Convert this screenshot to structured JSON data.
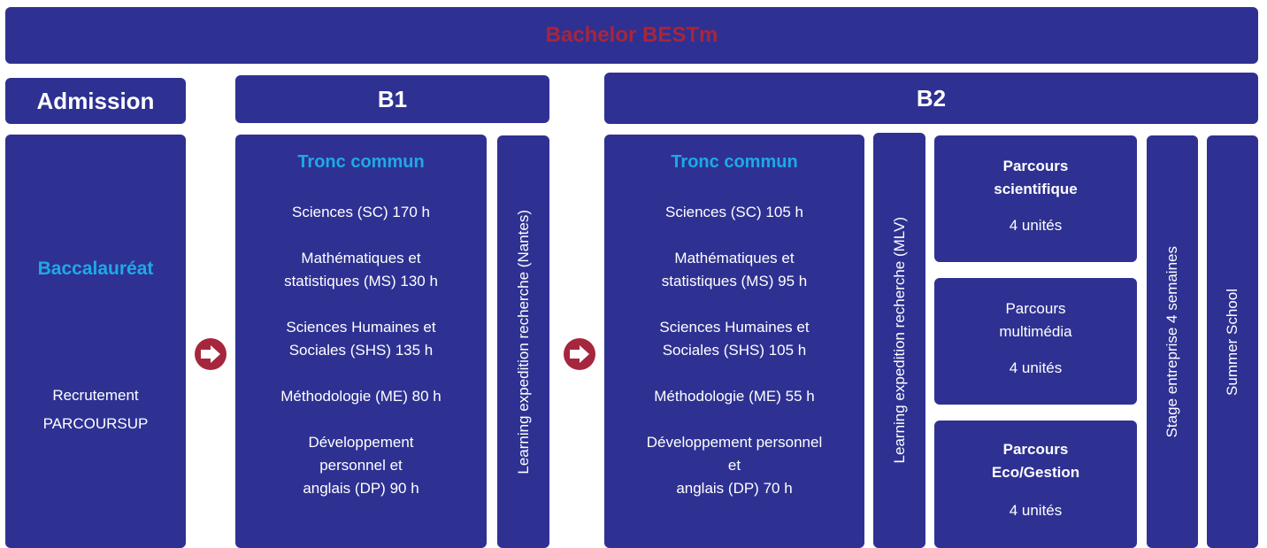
{
  "title": "Bachelor BESTm",
  "headers": {
    "admission": "Admission",
    "b1": "B1",
    "b2": "B2"
  },
  "admission": {
    "bac": "Baccalauréat",
    "rec_line1": "Recrutement",
    "rec_line2": "PARCOURSUP"
  },
  "b1": {
    "tronc_title": "Tronc commun",
    "items": [
      {
        "line1": "Sciences (SC)",
        "hours": "170 h"
      },
      {
        "line1": "Mathématiques et",
        "line2": "statistiques (MS)",
        "hours": "130 h"
      },
      {
        "line1": "Sciences Humaines et",
        "line2": "Sociales (SHS)",
        "hours": "135 h"
      },
      {
        "line1": "Méthodologie (ME)",
        "hours": "80 h"
      },
      {
        "line1": "Développement",
        "line2": "personnel et",
        "line3": "anglais (DP)",
        "hours": "90 h"
      }
    ],
    "learning": "Learning expedition recherche (Nantes)"
  },
  "b2": {
    "tronc_title": "Tronc commun",
    "items": [
      {
        "line1": "Sciences (SC)",
        "hours": "105 h"
      },
      {
        "line1": "Mathématiques et",
        "line2": "statistiques (MS)",
        "hours": "95 h"
      },
      {
        "line1": "Sciences Humaines et",
        "line2": "Sociales (SHS)",
        "hours": "105 h"
      },
      {
        "line1": "Méthodologie (ME)",
        "hours": "55 h"
      },
      {
        "line1": "Développement personnel",
        "line2": "et",
        "line3": "anglais (DP)",
        "hours": "70 h"
      }
    ],
    "learning": "Learning expedition recherche (MLV)",
    "parcours": [
      {
        "title1": "Parcours",
        "title2": "scientifique",
        "units": "4 unités"
      },
      {
        "title1": "Parcours",
        "title2": "multimédia",
        "units": "4 unités"
      },
      {
        "title1": "Parcours",
        "title2": "Eco/Gestion",
        "units": "4 unités"
      }
    ],
    "stage": "Stage entreprise 4 semaines",
    "summer": "Summer School"
  },
  "colors": {
    "box": "#2e3192",
    "title_red": "#a6263d",
    "accent_blue": "#1fa9e6",
    "arrow": "#a6263d"
  },
  "icons": [
    "arrow-right-icon",
    "arrow-right-icon"
  ]
}
